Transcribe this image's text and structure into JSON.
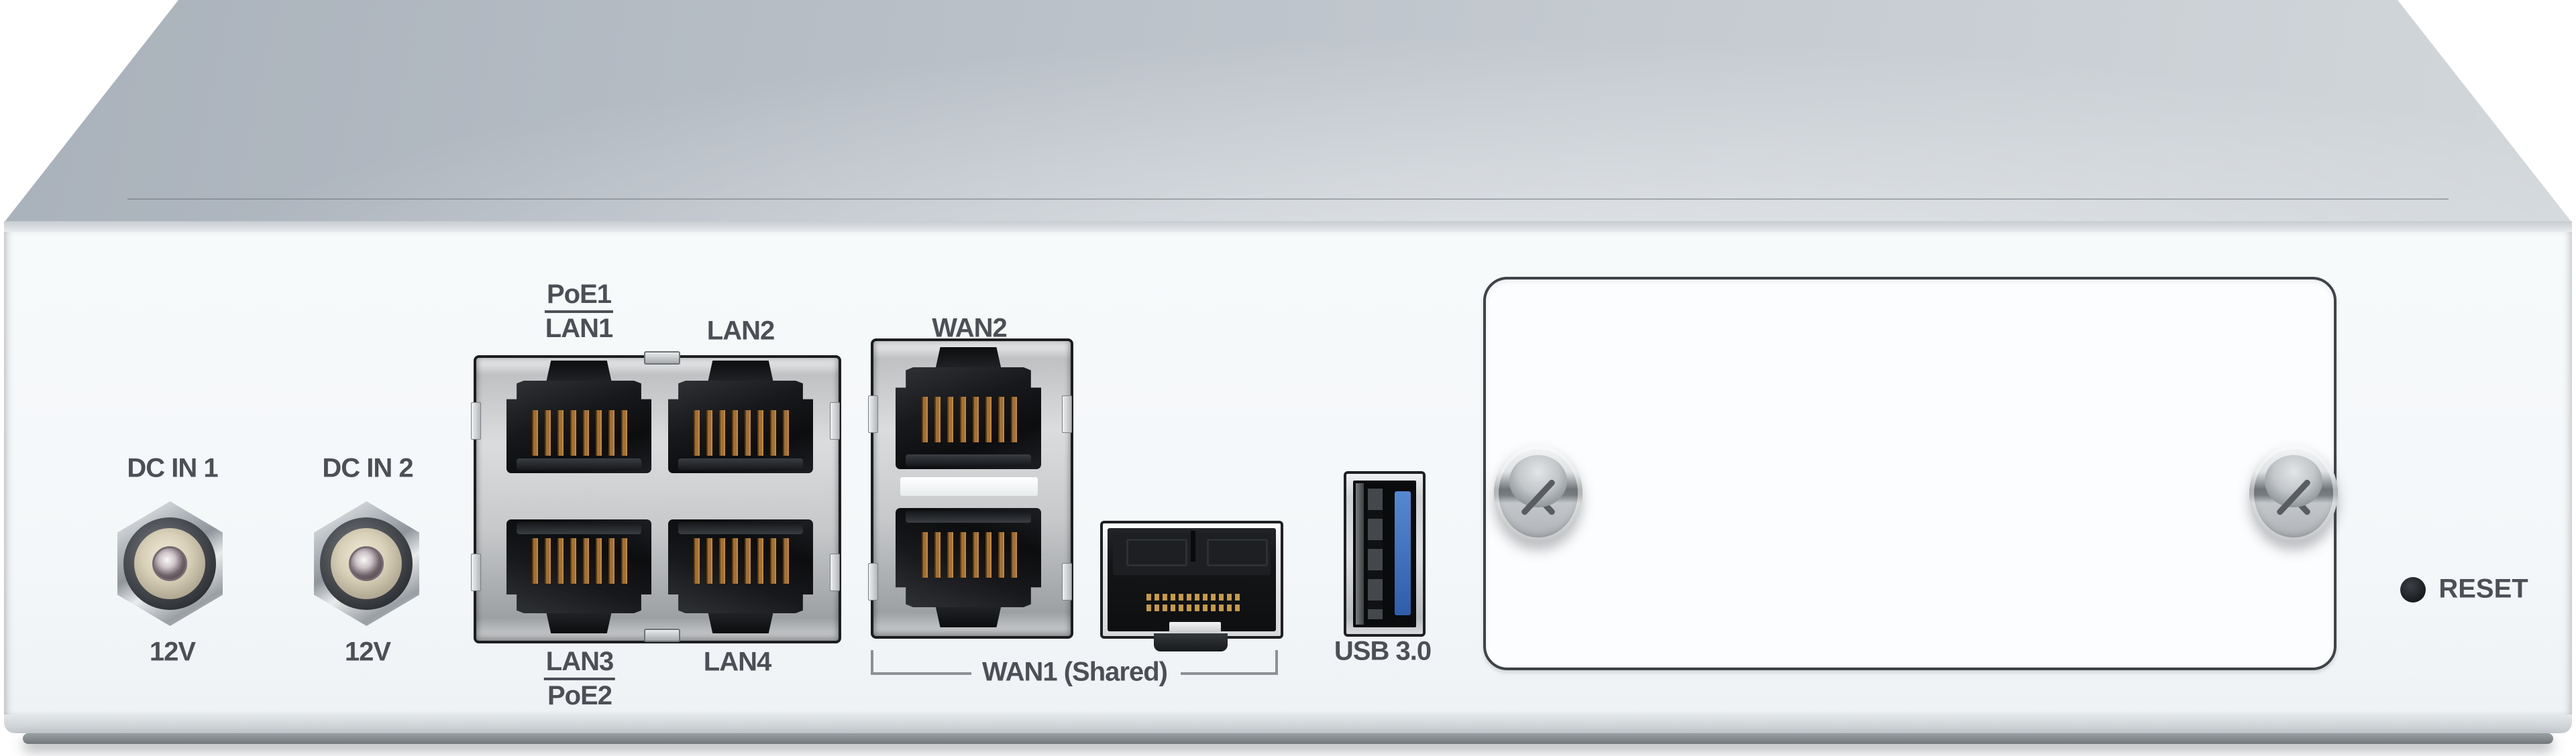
{
  "panel": {
    "power": {
      "dc1": {
        "label": "DC IN 1",
        "voltage": "12V"
      },
      "dc2": {
        "label": "DC IN 2",
        "voltage": "12V"
      }
    },
    "lan": {
      "port1_line1": "PoE1",
      "port1_line2": "LAN1",
      "port2": "LAN2",
      "port3_line1": "LAN3",
      "port3_line2": "PoE2",
      "port4": "LAN4"
    },
    "wan": {
      "wan2": "WAN2",
      "wan1_group": "WAN1 (Shared)"
    },
    "usb": {
      "label": "USB 3.0"
    },
    "reset": {
      "label": "RESET"
    }
  },
  "colors": {
    "chassis_top": "#b6bdc5",
    "panel_face": "#f7fafb",
    "label_text": "#4c5056",
    "usb_tongue_blue": "#3a6fc0",
    "contact_gold": "#a4702f",
    "port_black": "#121316"
  }
}
